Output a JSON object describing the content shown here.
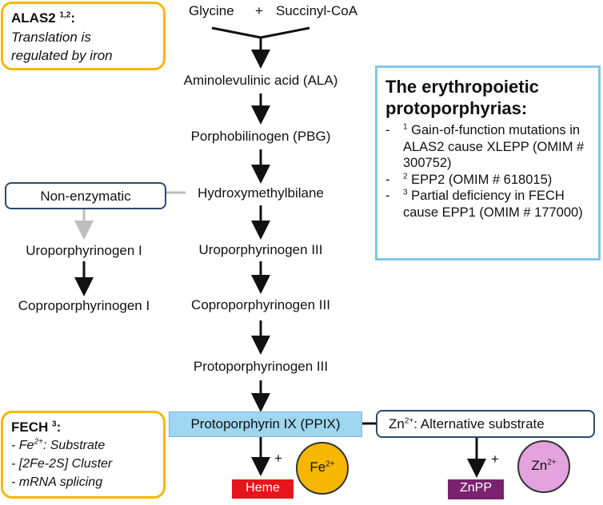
{
  "colors": {
    "yellow_border": "#f5b800",
    "info_border": "#7ec8ea",
    "ppix_fill": "#9fd6f0",
    "heme_fill": "#e8141b",
    "znpp_fill": "#7a2270",
    "fe_circle": "#f7b700",
    "zn_circle": "#e4a2de",
    "nonenzymatic_arrow": "#bdbdbd"
  },
  "pathway": {
    "glycine": "Glycine",
    "plus": "+",
    "succinyl_coa": "Succinyl-CoA",
    "ala": "Aminolevulinic acid (ALA)",
    "pbg": "Porphobilinogen (PBG)",
    "hmb": "Hydroxymethylbilane",
    "uro3": "Uroporphyrinogen III",
    "copro3": "Coproporphyrinogen III",
    "proto3": "Protoporphyrinogen III",
    "ppix": "Protoporphyrin IX (PPIX)"
  },
  "side_branch": {
    "nonenzymatic": "Non-enzymatic",
    "uro1": "Uroporphyrinogen I",
    "copro1": "Coproporphyrinogen I"
  },
  "alas2": {
    "title": "ALAS2",
    "sup": "1,2",
    "colon": ":",
    "line1": "Translation is",
    "line2": "regulated by iron"
  },
  "fech": {
    "title": "FECH",
    "sup": "3",
    "colon": ":",
    "item1_prefix": "- Fe",
    "item1_sup": "2+",
    "item1_suffix": ": Substrate",
    "item2": "- [2Fe-2S] Cluster",
    "item3": "- mRNA splicing"
  },
  "info": {
    "title_line1": "The erythropoietic",
    "title_line2": "protoporphyrias:",
    "items": [
      {
        "sup": "1",
        "text": "Gain-of-function mutations in ALAS2 cause XLEPP (OMIM # 300752)"
      },
      {
        "sup": "2",
        "text": "EPP2 (OMIM # 618015)"
      },
      {
        "sup": "3",
        "text": "Partial deficiency in FECH cause EPP1 (OMIM # 177000)"
      }
    ]
  },
  "zinc": {
    "alt_prefix": "Zn",
    "alt_sup": "2+",
    "alt_suffix": ": Alternative substrate",
    "plus": "+",
    "circle_base": "Zn",
    "circle_sup": "2+",
    "product": "ZnPP"
  },
  "iron": {
    "plus": "+",
    "circle_base": "Fe",
    "circle_sup": "2+",
    "product": "Heme"
  }
}
